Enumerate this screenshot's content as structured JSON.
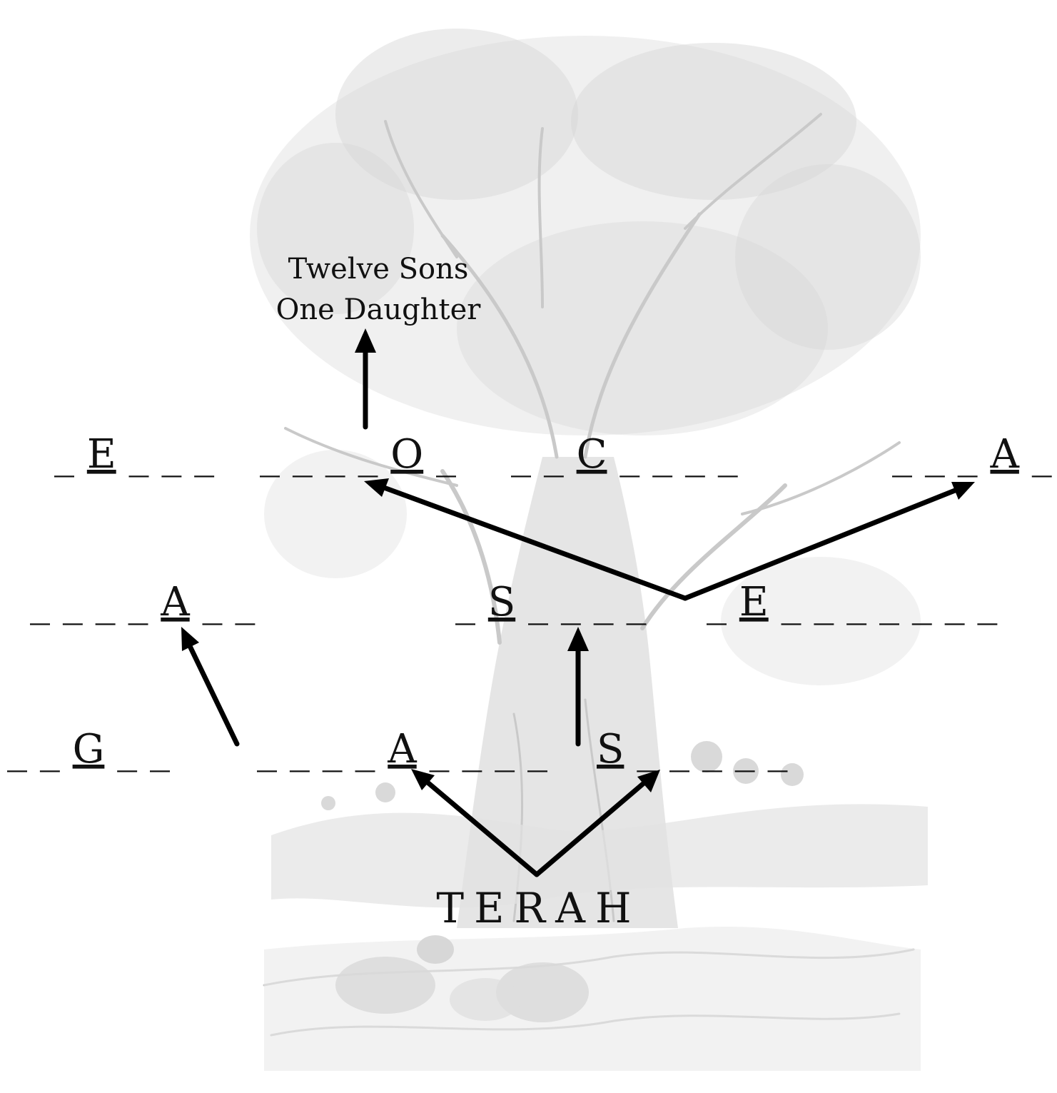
{
  "rows": [
    {
      "id": "generation-3",
      "words": [
        {
          "letter": "E",
          "before": 1,
          "after": 3
        },
        {
          "letter": "O",
          "before": 4,
          "after": 1
        },
        {
          "letter": "C",
          "before": 2,
          "after": 4
        },
        {
          "letter": "A",
          "before": 3,
          "after": 1
        }
      ]
    },
    {
      "id": "generation-2",
      "words": [
        {
          "letter": "A",
          "before": 4,
          "after": 2
        },
        {
          "letter": "S",
          "before": 1,
          "after": 4
        },
        {
          "letter": "E",
          "before": 1,
          "after": 7
        }
      ]
    },
    {
      "id": "generation-1",
      "words": [
        {
          "letter": "G",
          "before": 2,
          "after": 2
        },
        {
          "letter": "A",
          "before": 4,
          "after": 4
        },
        {
          "letter": "S",
          "before": 0,
          "after": 5
        }
      ]
    }
  ],
  "clue": {
    "line1": "Twelve Sons",
    "line2": "One Daughter"
  },
  "root_label": "TERAH",
  "colors": {
    "text": "#111111",
    "arrow": "#000000",
    "tree_illustration": "#c9c9c9"
  }
}
